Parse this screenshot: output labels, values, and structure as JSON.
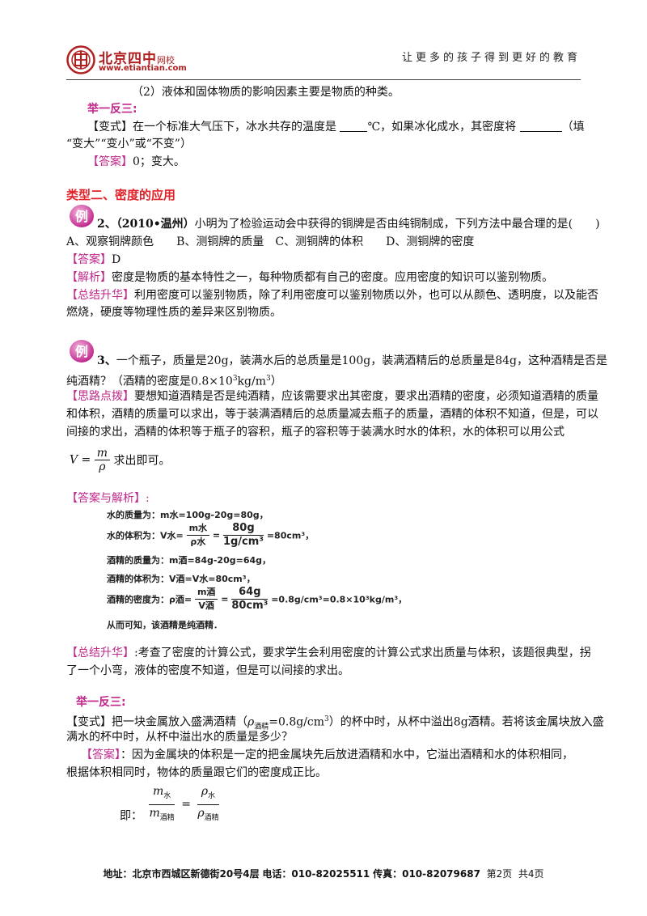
{
  "header": {
    "logo_name": "北京四中",
    "logo_suffix": "网校",
    "logo_url": "www.etiantian.com",
    "slogan": "让更多的孩子得到更好的教育"
  },
  "colors": {
    "accent_magenta": "#c0288c",
    "accent_red": "#e0232a",
    "logo_red": "#b02020"
  },
  "sec1": {
    "line1": "（2）液体和固体物质的影响因素主要是物质的种类。",
    "jyfs": "举一反三:",
    "bs_tag": "【变式】",
    "bs_a": "在一个标准大气压下，冰水共存的温度是 ",
    "bs_b": "℃，如果冰化成水，其密度将 ",
    "bs_c": "（填",
    "bs_line2": "“变大”“变小”或“不变”）",
    "ans_tag": "【答案】",
    "ans": "0；变大。"
  },
  "type2": {
    "heading": "类型二、密度的应用",
    "badge": "例",
    "q_num": "2、",
    "q_src": "（2010•温州）",
    "q_text": "小明为了检验运动会中获得的铜牌是否由纯铜制成，下列方法中最合理的是(　　)",
    "options": "A、观察铜牌颜色　　B、测铜牌的质量　C、测铜牌的体积　　D、测铜牌的密度",
    "ans_tag": "【答案】",
    "ans": "D",
    "jx_tag": "【解析】",
    "jx": "密度是物质的基本特性之一，每种物质都有自己的密度。应用密度的知识可以鉴别物质。",
    "zj_tag": "【总结升华】",
    "zj1": "利用密度可以鉴别物质，除了利用密度可以鉴别物质以外，也可以从颜色、透明度，以及能否",
    "zj2": "燃烧，硬度等物理性质的差异来区别物质。"
  },
  "q3": {
    "badge": "例",
    "q_num": "3、",
    "q1": "一个瓶子，质量是20g，装满水后的总质量是100g，装满酒精后的总质量是84g，这种酒精是否是",
    "q2a": "纯酒精？（酒精的密度是0.8×10",
    "q2sup": "3",
    "q2b": "kg/m",
    "q2sup2": "3",
    "q2c": "）",
    "sl_tag": "【思路点拨】",
    "sl1": "要想知道酒精是否是纯酒精，应该需要求出其密度，要求出酒精的密度，必须知道酒精的质量",
    "sl2": "和体积，酒精的质量可以求出，等于装满酒精后的总质量减去瓶子的质量，酒精的体积不知道，但是，可以",
    "sl3": "间接的求出，酒精的体积等于瓶子的容积，瓶子的容积等于装满水时水的体积，水的体积可以用公式",
    "f_lhs": "V =",
    "f_num": "m",
    "f_den": "ρ",
    "f_tail": "求出即可。",
    "aj_tag": "【答案与解析】:",
    "hw1": "水的质量为：m水=100g-20g=80g，",
    "hw2a": "水的体积为：V水=",
    "hw2num": "m水",
    "hw2den": "ρ水",
    "hw2eq": "=",
    "hw2num2": "80g",
    "hw2den2": "1g/cm³",
    "hw2b": "=80cm³，",
    "hw3": "酒精的质量为：m酒=84g-20g=64g，",
    "hw4": "酒精的体积为：V酒=V水=80cm³，",
    "hw5a": "酒精的密度为：ρ酒=",
    "hw5num": "m酒",
    "hw5den": "V酒",
    "hw5eq": "=",
    "hw5num2": "64g",
    "hw5den2": "80cm³",
    "hw5b": "=0.8g/cm³=0.8×10³kg/m³，",
    "hw6": "从而可知，该酒精是纯酒精．",
    "zj_tag": "【总结升华】",
    "zj1": ":考查了密度的计算公式，要求学生会利用密度的计算公式求出质量与体积，该题很典型，拐",
    "zj2": "了一个小弯，液体的密度不知道，但是可以间接的求出。"
  },
  "sec4": {
    "jyfs": "举一反三:",
    "bs_tag": "【变式】",
    "bs1a": "把一块金属放入盛满酒精（",
    "bs1rho": "ρ",
    "bs1sub": "酒精",
    "bs1b": "=0.8g/cm",
    "bs1sup": "3",
    "bs1c": "）的杯中时，从杯中溢出8g酒精。若将该金属块放入盛",
    "bs2": "满水的杯中时，从杯中溢出水的质量是多少？",
    "ans_tag": "【答案】",
    "ans1": "：因为金属块的体积是一定的把金属块先后放进酒精和水中，它溢出酒精和水的体积相同，",
    "ans2": "根据体积相同时，物体的质量跟它们的密度成正比。",
    "ji": "即：",
    "fr_m": "m",
    "fr_ms": "水",
    "fr_d": "m",
    "fr_ds": "酒精",
    "fr_eq": "=",
    "fr_rn": "ρ",
    "fr_rns": "水",
    "fr_rd": "ρ",
    "fr_rds": "酒精"
  },
  "footer": {
    "addr_label": "地址",
    "addr": "：北京市西城区新德街20号4层",
    "tel_label": "电话",
    "tel": "：010-82025511",
    "fax_label": "传真",
    "fax": "：010-82079687",
    "page": "第2页",
    "total": "共4页"
  }
}
